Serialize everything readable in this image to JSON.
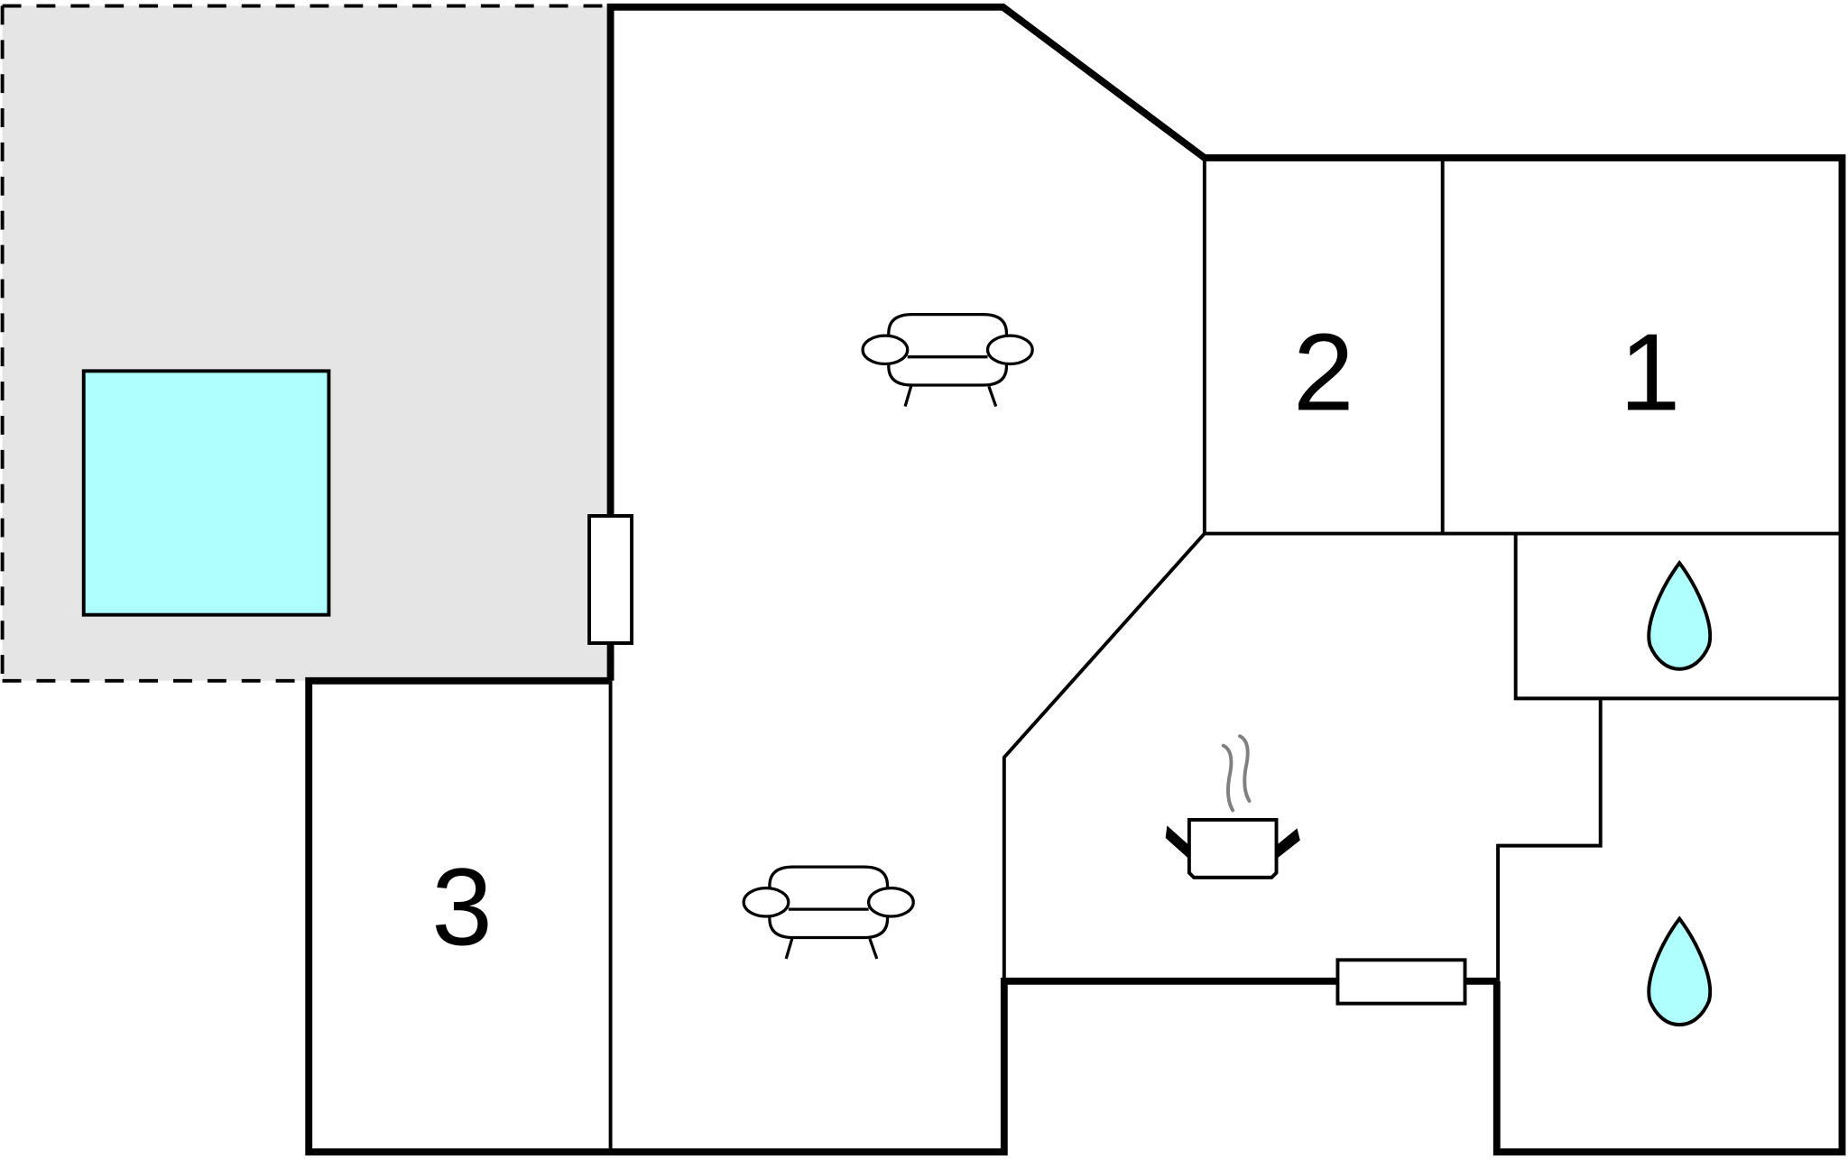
{
  "plan": {
    "colors": {
      "wall": "#000000",
      "terrace": "#e5e5e5",
      "pool": "#b0ffff",
      "water": "#b0ffff",
      "steam": "#808080",
      "background": "#ffffff"
    },
    "rooms": [
      {
        "id": "bedroom-1",
        "label": "1"
      },
      {
        "id": "bedroom-2",
        "label": "2"
      },
      {
        "id": "bedroom-3",
        "label": "3"
      }
    ],
    "icons": [
      {
        "name": "sofa-icon",
        "room": "living-room-upper"
      },
      {
        "name": "sofa-icon",
        "room": "living-room-lower"
      },
      {
        "name": "cooking-pot-icon",
        "room": "kitchen"
      },
      {
        "name": "water-drop-icon",
        "room": "bathroom-upper"
      },
      {
        "name": "water-drop-icon",
        "room": "bathroom-lower"
      }
    ],
    "areas": [
      {
        "name": "terrace",
        "style": "dashed outline, grey fill"
      },
      {
        "name": "pool",
        "style": "cyan square"
      }
    ]
  }
}
